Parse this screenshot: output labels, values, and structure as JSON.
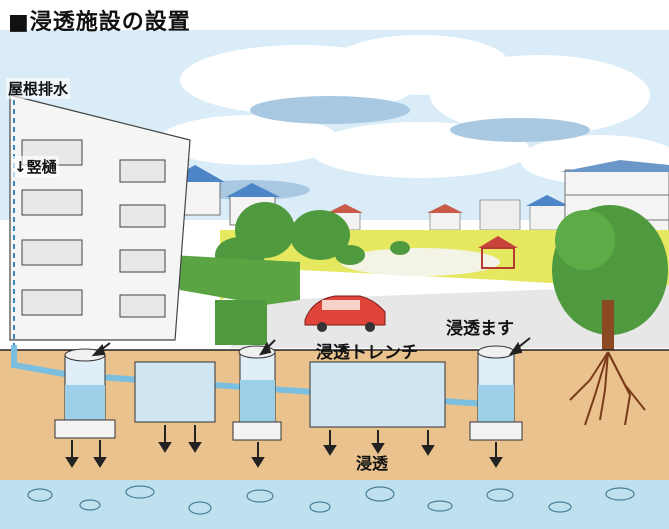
{
  "title": "■浸透施設の設置",
  "labels": {
    "roof_drain": "屋根排水",
    "downpipe": "↓竪樋",
    "infiltration_basin": "浸透ます",
    "infiltration_trench": "浸透トレンチ",
    "percolation": "浸透"
  },
  "colors": {
    "sky": "#d7ebf7",
    "cloud": "#ffffff",
    "lawn": "#e7ea63",
    "soil": "#e9c38e",
    "water": "#9ccfe8",
    "aquifer": "#bfe0ee",
    "tree": "#4f9a3e",
    "car": "#e0443a"
  }
}
